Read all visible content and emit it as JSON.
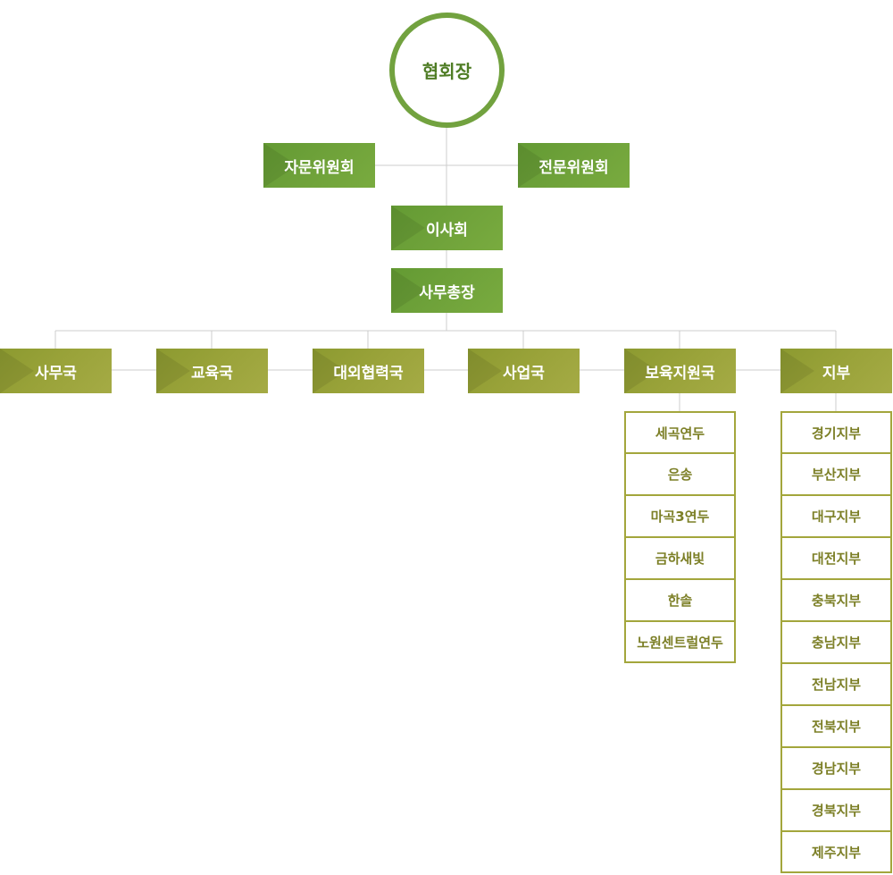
{
  "president": "협회장",
  "advisory_committee": "자문위원회",
  "expert_committee": "전문위원회",
  "board": "이사회",
  "secretary_general": "사무총장",
  "departments": [
    {
      "label": "사무국"
    },
    {
      "label": "교육국"
    },
    {
      "label": "대외협력국"
    },
    {
      "label": "사업국"
    },
    {
      "label": "보육지원국"
    },
    {
      "label": "지부"
    }
  ],
  "childcare_support_units": [
    "세곡연두",
    "은송",
    "마곡3연두",
    "금하새빛",
    "한솔",
    "노원센트럴연두"
  ],
  "branches": [
    "경기지부",
    "부산지부",
    "대구지부",
    "대전지부",
    "충북지부",
    "충남지부",
    "전남지부",
    "전북지부",
    "경남지부",
    "경북지부",
    "제주지부"
  ],
  "colors": {
    "circle_border": "#72a23f",
    "upper_box_green": "#6fa23a",
    "department_olive": "#9aa33a",
    "list_border": "#a3a63c",
    "list_text": "#7c7f26",
    "connector": "#cccccc"
  }
}
